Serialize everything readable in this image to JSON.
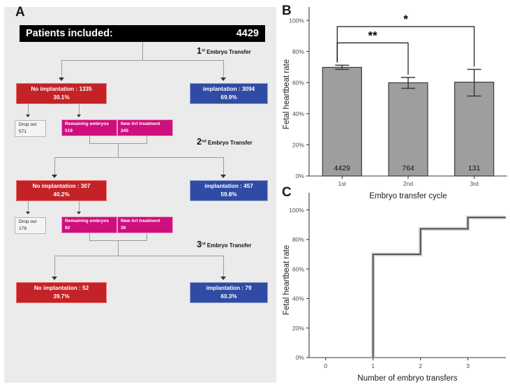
{
  "figure": {
    "panels": [
      {
        "letter": "A"
      },
      {
        "letter": "B"
      },
      {
        "letter": "C"
      }
    ]
  },
  "panelA": {
    "letter": "A",
    "header": {
      "label": "Patients included:",
      "value": "4429"
    },
    "stages": [
      {
        "ordinal": "1",
        "suffix": "st",
        "text": "Embryo Transfer"
      },
      {
        "ordinal": "2",
        "suffix": "nd",
        "text": "Embryo Transfer"
      },
      {
        "ordinal": "3",
        "suffix": "rd",
        "text": "Embryo Transfer"
      }
    ],
    "cycle1": {
      "no_implantation": {
        "line1": "No implantation : 1335",
        "line2": "30.1%"
      },
      "implantation": {
        "line1": "implantation : 3094",
        "line2": "69.9%"
      },
      "dropout": {
        "line1": "Drop out",
        "line2": "571"
      },
      "remaining": {
        "line1": "Remaining embryos",
        "line2": "519"
      },
      "newart": {
        "line1": "New Art treatment",
        "line2": "245"
      }
    },
    "cycle2": {
      "no_implantation": {
        "line1": "No implantation : 307",
        "line2": "40.2%"
      },
      "implantation": {
        "line1": "implantation : 457",
        "line2": "59.8%"
      },
      "dropout": {
        "line1": "Drop out",
        "line2": "176"
      },
      "remaining": {
        "line1": "Remaining embryos",
        "line2": "92"
      },
      "newart": {
        "line1": "New Art treatment",
        "line2": "39"
      }
    },
    "cycle3": {
      "no_implantation": {
        "line1": "No implantation : 52",
        "line2": "39.7%"
      },
      "implantation": {
        "line1": "implantation : 79",
        "line2": "60.3%"
      }
    },
    "colors": {
      "background": "#ebebeb",
      "header": "#000000",
      "no_implantation": "#c32227",
      "implantation": "#2f4ba3",
      "embryo_pink": "#cf0f7d",
      "dropout": "#f4f4f4",
      "connector": "#9a9a9a"
    }
  },
  "chart_data": [
    {
      "panel": "B",
      "type": "bar",
      "title": "",
      "xlabel": "Embryo transfer cycle",
      "ylabel": "Fetal heartbeat rate",
      "categories": [
        "1st",
        "2nd",
        "3rd"
      ],
      "values": [
        69.8,
        59.9,
        60.3
      ],
      "errors_low": [
        68.5,
        56.3,
        51.4
      ],
      "errors_high": [
        71.2,
        63.3,
        68.5
      ],
      "bar_labels": [
        "4429",
        "764",
        "131"
      ],
      "ylim": [
        0,
        105
      ],
      "yticks": [
        0,
        20,
        40,
        60,
        80,
        100
      ],
      "ytick_labels": [
        "0%",
        "20%",
        "40%",
        "60%",
        "80%",
        "100%"
      ],
      "grid": false,
      "legend": "none",
      "bar_color": "#9e9e9e",
      "bar_edge_color": "#3b3b3b",
      "annotations": [
        {
          "label": "**",
          "from": "1st",
          "to": "2nd",
          "y": 85.5
        },
        {
          "label": "*",
          "from": "1st",
          "to": "3rd",
          "y": 96.0
        }
      ]
    },
    {
      "panel": "C",
      "type": "line",
      "subtype": "step",
      "title": "",
      "xlabel": "Number of embryo transfers",
      "ylabel": "Fetal heartbeat rate",
      "x": [
        0,
        1,
        2,
        3,
        3.8
      ],
      "y": [
        0,
        69.9,
        87.2,
        94.9,
        94.9
      ],
      "ylim": [
        0,
        105
      ],
      "xlim": [
        -0.35,
        3.8
      ],
      "yticks": [
        0,
        20,
        40,
        60,
        80,
        100
      ],
      "ytick_labels": [
        "0%",
        "20%",
        "40%",
        "60%",
        "80%",
        "100%"
      ],
      "xticks": [
        0,
        1,
        2,
        3
      ],
      "xtick_labels": [
        "0",
        "1",
        "2",
        "3"
      ],
      "grid": false,
      "legend": "none",
      "line_color": "#3b3b3b",
      "band_color": "#c9c9c9",
      "step_values": [
        {
          "transfers": 1,
          "cumulative_rate": 69.9
        },
        {
          "transfers": 2,
          "cumulative_rate": 87.2
        },
        {
          "transfers": 3,
          "cumulative_rate": 94.9
        }
      ]
    }
  ]
}
